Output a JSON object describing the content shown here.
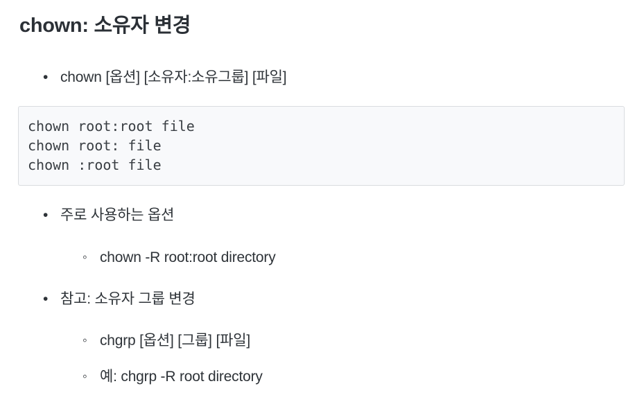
{
  "document": {
    "title": "chown: 소유자 변경",
    "usage": {
      "bullet": "chown [옵션] [소유자:소유그룹] [파일]"
    },
    "code": {
      "lines": [
        "chown root:root file",
        "chown root: file",
        "chown :root file"
      ]
    },
    "options": {
      "bullet": "주로 사용하는 옵션",
      "example": "chown -R root:root directory"
    },
    "note": {
      "bullet": "참고: 소유자 그룹 변경",
      "items": [
        "chgrp [옵션] [그룹] [파일]",
        "예: chgrp -R root directory"
      ]
    },
    "markers": {
      "disc": "•",
      "circle": "◦"
    },
    "colors": {
      "text": "#2e3338",
      "heading": "#2b3036",
      "code_text": "#3a3f44",
      "code_background": "#f8f9fb",
      "code_border": "#d9dcdf",
      "page_background": "#ffffff"
    }
  }
}
